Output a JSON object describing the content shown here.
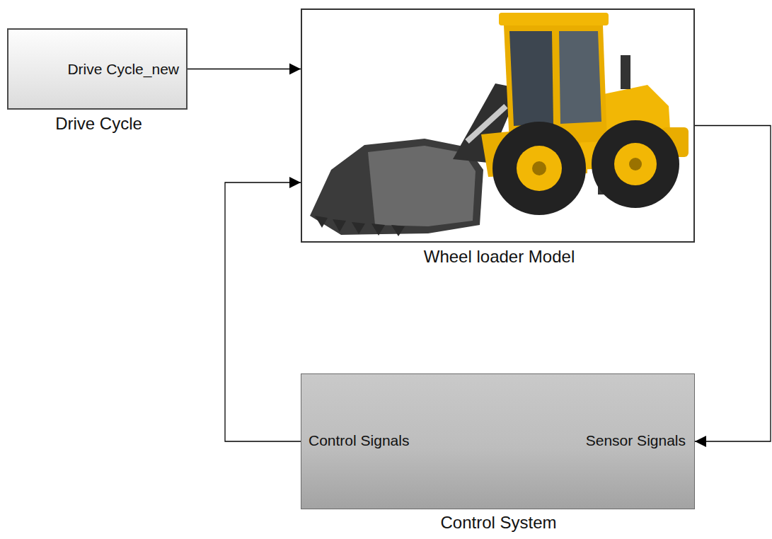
{
  "diagram": {
    "nodes": [
      {
        "text": [
          "Drive Cycle_new",
          "Drive Cycle"
        ]
      },
      {
        "text": [
          "Wheel loader Model"
        ]
      },
      {
        "text": [
          "Control Signals",
          "Sensor Signals",
          "Control System"
        ]
      }
    ],
    "edges": [
      {
        "from": 0,
        "to": 1,
        "arrow": "to"
      },
      {
        "from": 1,
        "to": 2,
        "arrow": "to"
      },
      {
        "from": 2,
        "to": 1,
        "arrow": "to"
      }
    ]
  }
}
